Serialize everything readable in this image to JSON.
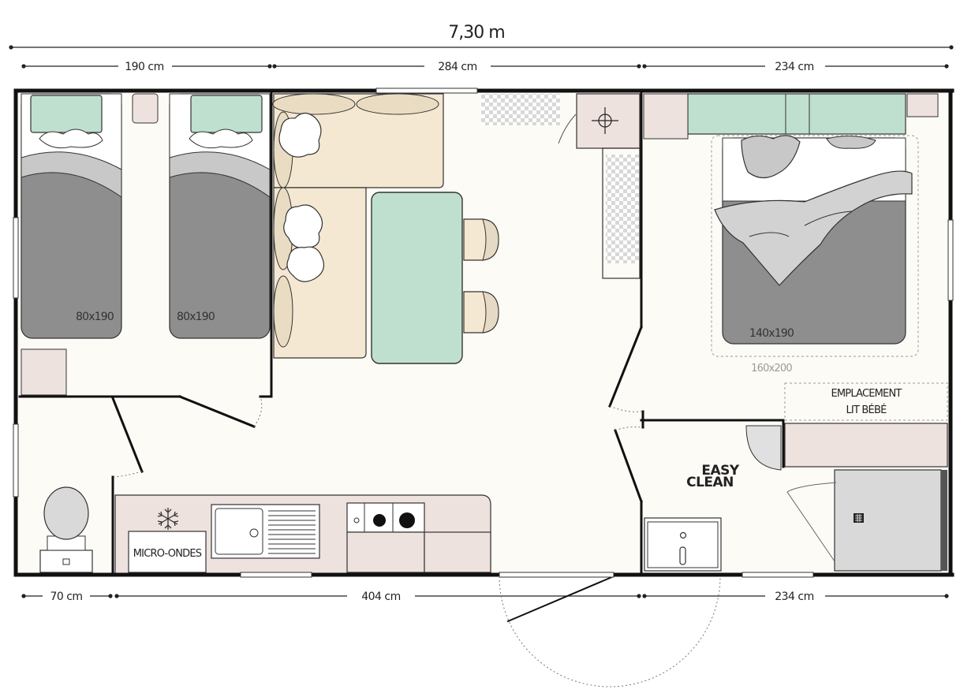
{
  "dimensions": {
    "total_length": "7,30 m",
    "top": [
      "190 cm",
      "284 cm",
      "234 cm"
    ],
    "bottom": [
      "70 cm",
      "404 cm",
      "234 cm"
    ]
  },
  "labels": {
    "bed_left_1": "80x190",
    "bed_left_2": "80x190",
    "bed_master": "140x190",
    "bed_master_option": "160x200",
    "crib_line1": "EMPLACEMENT",
    "crib_line2": "LIT BÉBÉ",
    "microwave": "MICRO-ONDES",
    "easy_clean_1": "EASY",
    "easy_clean_2": "CLEAN"
  },
  "colors": {
    "wall": "#111111",
    "floor": "#fdfbf6",
    "mint": "#bfe0cf",
    "beige": "#f4e8d2",
    "gray_bed": "#8c8c8c",
    "counter": "#ede2de",
    "light_gray": "#d9d9d9"
  }
}
